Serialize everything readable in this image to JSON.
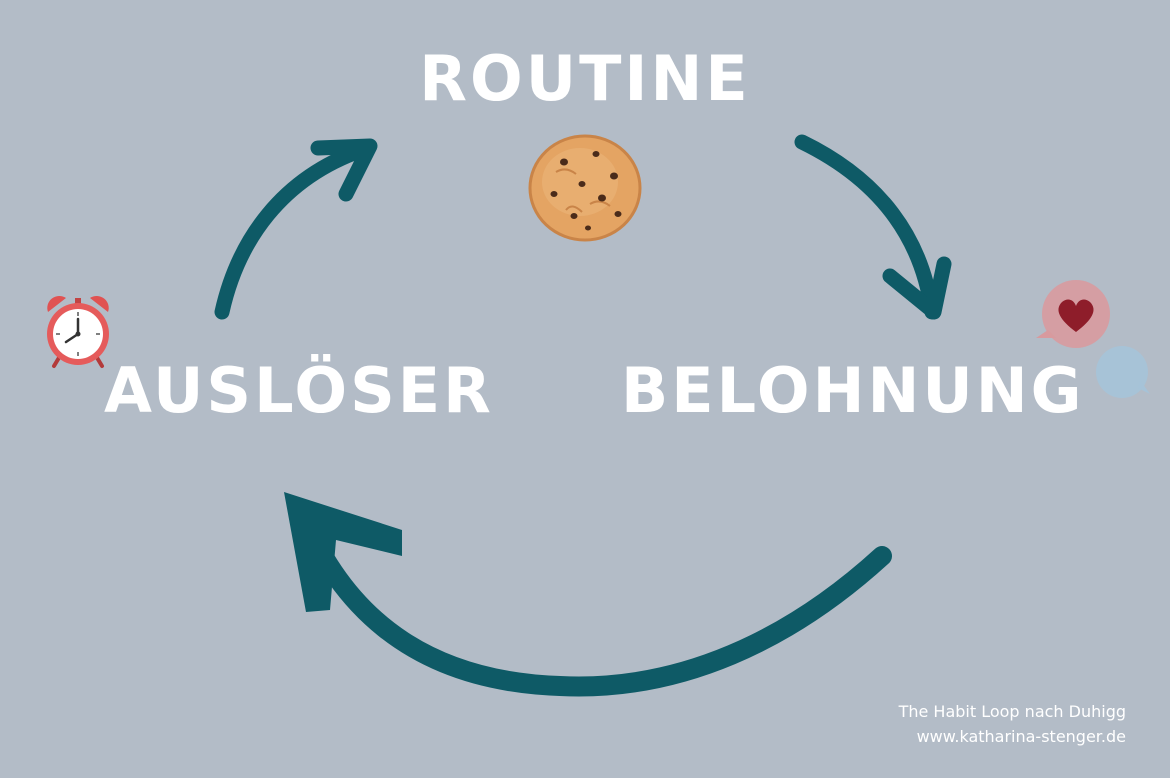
{
  "diagram": {
    "nodes": {
      "routine": "ROUTINE",
      "trigger": "AUSLÖSER",
      "reward": "BELOHNUNG"
    },
    "icons": {
      "trigger": "alarm-clock-icon",
      "routine": "cookie-icon",
      "reward": "heart-speech-bubble-icon"
    },
    "colors": {
      "background": "#b3bcc7",
      "arrow": "#0e5a66",
      "label": "#ffffff"
    }
  },
  "footer": {
    "title": "The Habit Loop nach Duhigg",
    "url": "www.katharina-stenger.de"
  }
}
